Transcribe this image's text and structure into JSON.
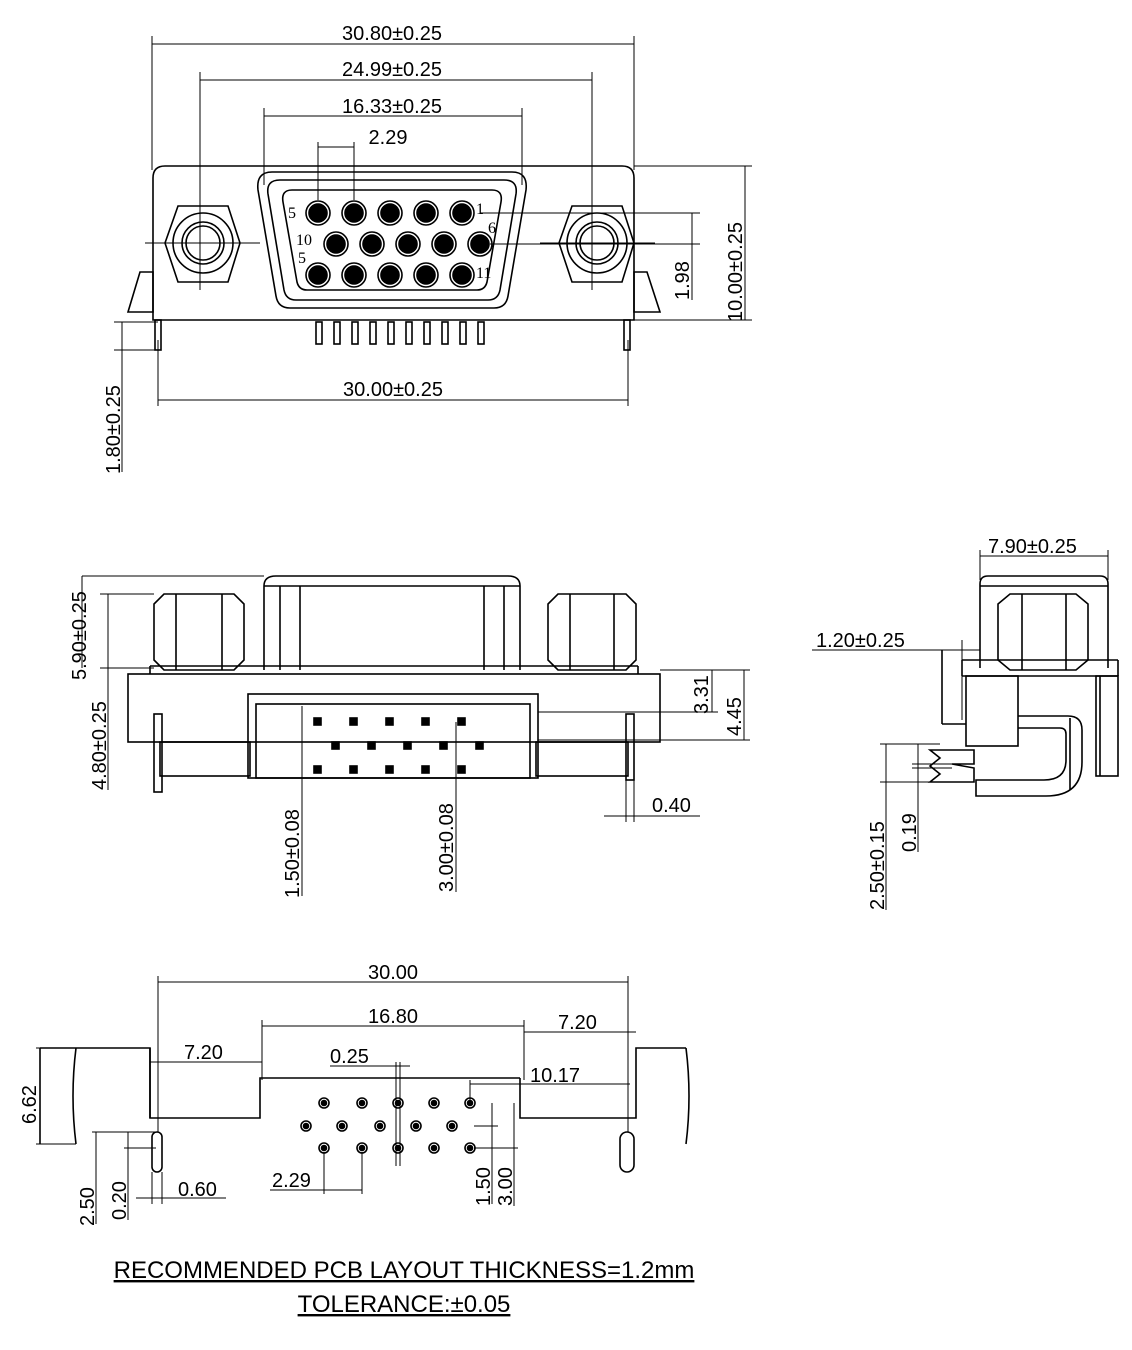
{
  "top_view": {
    "dims": {
      "overall_width": "30.80±0.25",
      "screw_spacing": "24.99±0.25",
      "shell_width": "16.33±0.25",
      "pin_pitch": "2.29",
      "row_offset": "1.98",
      "overall_height": "10.00±0.25",
      "lead_width": "30.00±0.25",
      "lead_length": "1.80±0.25"
    },
    "pin_labels": {
      "p5": "5",
      "p1": "1",
      "p10": "10",
      "p6": "6",
      "p15": "5",
      "p11": "11"
    }
  },
  "front_view": {
    "dims": {
      "hex_height": "5.90±0.25",
      "body_height": "4.80±0.25",
      "upper": "3.31",
      "lower": "4.45",
      "pin_offset": "1.50±0.08",
      "row_pitch": "3.00±0.08",
      "tab_width": "0.40"
    }
  },
  "side_view": {
    "dims": {
      "depth": "7.90±0.25",
      "flange": "1.20±0.25",
      "pin_height": "2.50±0.15",
      "pin_thk": "0.19"
    }
  },
  "pcb_layout": {
    "dims": {
      "total": "30.00",
      "center": "16.80",
      "right_flange": "7.20",
      "left_flange": "7.20",
      "slot": "0.25",
      "offset": "10.17",
      "board_height": "6.62",
      "pitch": "2.29",
      "peg_height": "2.50",
      "peg_thk": "0.20",
      "peg_width": "0.60",
      "row1": "1.50",
      "row2": "3.00"
    }
  },
  "notes": {
    "line1": "RECOMMENDED  PCB  LAYOUT  THICKNESS=1.2mm",
    "line2": "TOLERANCE:±0.05"
  }
}
